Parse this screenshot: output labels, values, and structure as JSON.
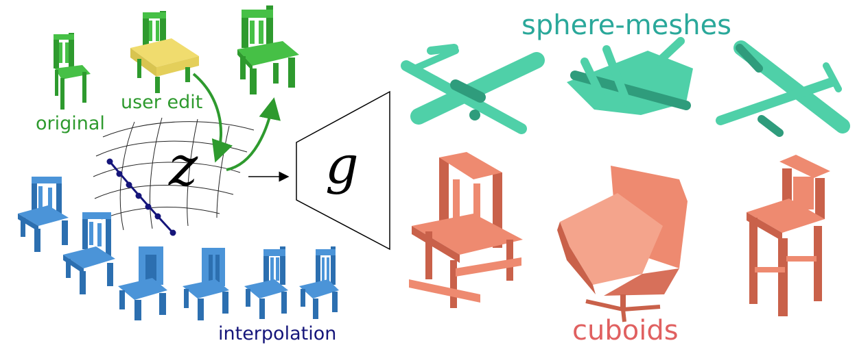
{
  "labels": {
    "original": "original",
    "user_edit": "user edit",
    "interpolation": "interpolation",
    "sphere_meshes": "sphere-meshes",
    "cuboids": "cuboids",
    "latent": "z",
    "generator": "g"
  },
  "colors": {
    "green": "#2e9a2e",
    "green_light": "#46c046",
    "yellow": "#f0dc6e",
    "blue": "#4b94d8",
    "blue_dark": "#2c6fb0",
    "teal": "#4fd0a8",
    "teal_dark": "#2f9c7c",
    "salmon": "#ee8a70",
    "salmon_dark": "#c9614a",
    "navy": "#15157a",
    "cuboids_text": "#e06060",
    "sphere_text": "#2aa89a"
  }
}
